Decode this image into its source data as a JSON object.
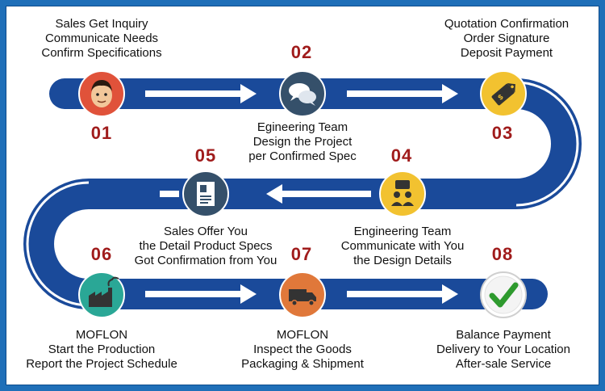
{
  "colors": {
    "frame": "#1f6fb8",
    "track": "#1a4a9a",
    "arrow": "#ffffff",
    "number": "#a01c1c",
    "text": "#111111"
  },
  "steps": [
    {
      "number": "01",
      "icon": "person-icon",
      "lines": [
        "Sales Get Inquiry",
        "Communicate Needs",
        "Confirm Specifications"
      ]
    },
    {
      "number": "02",
      "icon": "speech-bubbles-icon",
      "lines": [
        "Egineering Team",
        "Design the Project",
        "per Confirmed Spec"
      ]
    },
    {
      "number": "03",
      "icon": "price-tag-icon",
      "lines": [
        "Quotation Confirmation",
        "Order Signature",
        "Deposit Payment"
      ]
    },
    {
      "number": "04",
      "icon": "meeting-icon",
      "lines": [
        "Engineering Team",
        "Communicate with You",
        "the Design Details"
      ]
    },
    {
      "number": "05",
      "icon": "document-icon",
      "lines": [
        "Sales Offer You",
        "the Detail Product Specs",
        "Got Confirmation from You"
      ]
    },
    {
      "number": "06",
      "icon": "factory-icon",
      "lines": [
        "MOFLON",
        "Start the Production",
        "Report the Project Schedule"
      ]
    },
    {
      "number": "07",
      "icon": "delivery-truck-icon",
      "lines": [
        "MOFLON",
        "Inspect the Goods",
        "Packaging & Shipment"
      ]
    },
    {
      "number": "08",
      "icon": "checkmark-icon",
      "lines": [
        "Balance Payment",
        "Delivery to Your Location",
        "After-sale Service"
      ]
    }
  ]
}
